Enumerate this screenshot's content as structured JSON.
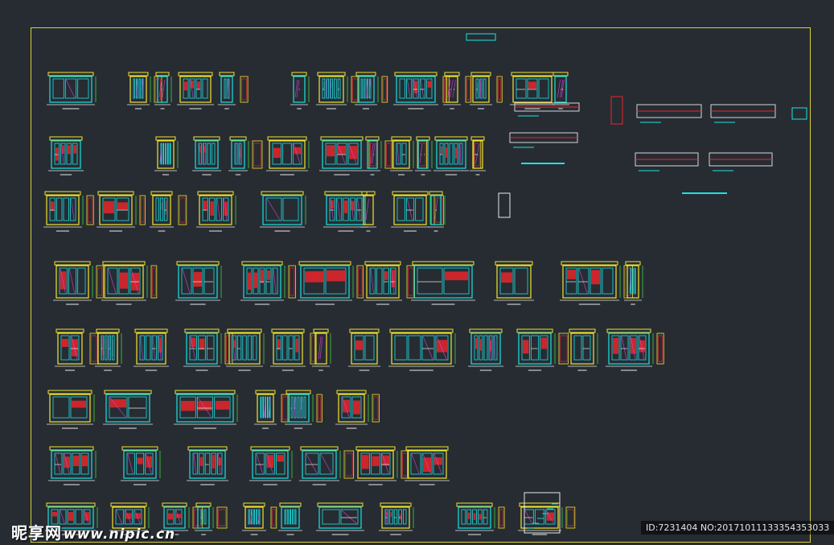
{
  "watermark": {
    "brand": "昵享网",
    "url": "www.nipic.cn"
  },
  "image_id": "ID:7231404 NO:20171011133354353033",
  "colors": {
    "background": "#272c33",
    "frame": "#d9d23a",
    "cyan": "#19e3e3",
    "red": "#e8262b",
    "yellow": "#f2e52e",
    "white": "#e9e9e9",
    "green": "#3cd13c",
    "magenta": "#d93fd9",
    "blue": "#2b6cff"
  }
}
